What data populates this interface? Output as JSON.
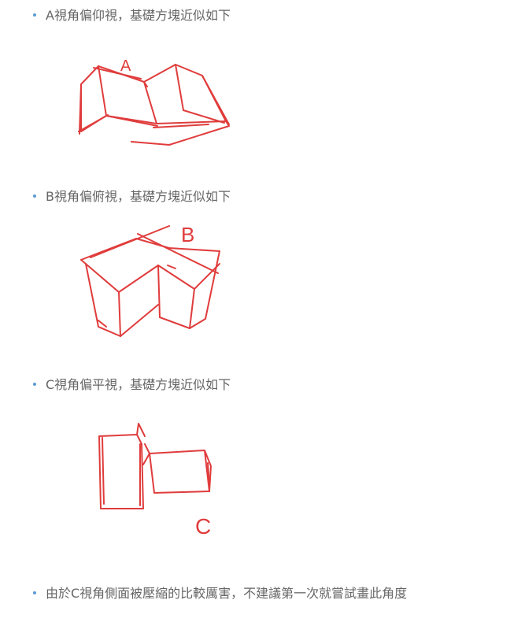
{
  "items": [
    {
      "text": "A視角偏仰視，基礎方塊近似如下"
    },
    {
      "text": "B視角偏俯視，基礎方塊近似如下"
    },
    {
      "text": "C視角偏平視，基礎方塊近似如下"
    },
    {
      "text": "由於C視角側面被壓縮的比較厲害，不建議第一次就嘗試畫此角度"
    }
  ],
  "sketches": {
    "a_label": "A",
    "b_label": "B",
    "c_label": "C"
  },
  "colors": {
    "sketch_stroke": "#e03c3c",
    "bullet": "#5b9bd5",
    "text": "#666666"
  }
}
